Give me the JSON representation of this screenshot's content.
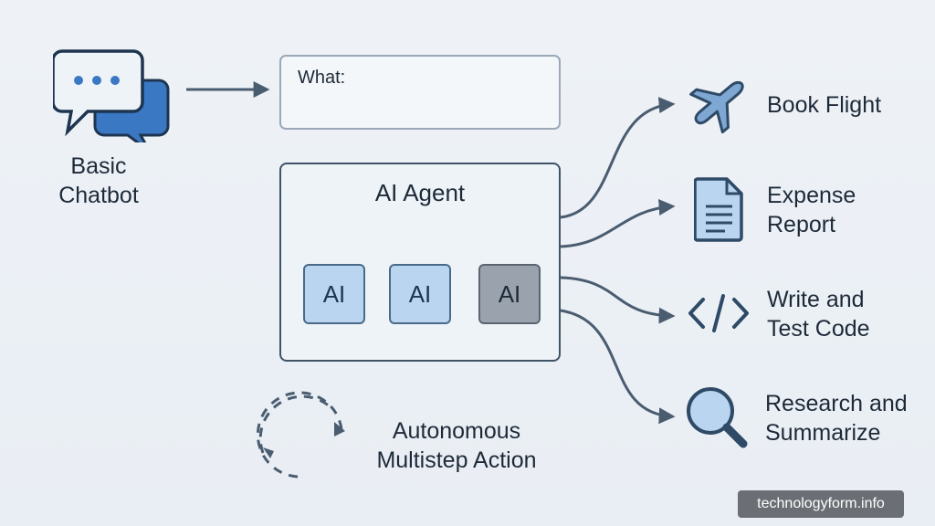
{
  "chatbot": {
    "label_line1": "Basic",
    "label_line2": "Chatbot"
  },
  "query": {
    "label": "What:"
  },
  "agent": {
    "title": "AI Agent",
    "nodes": [
      "AI",
      "AI",
      "AI"
    ]
  },
  "autonomy": {
    "label_line1": "Autonomous",
    "label_line2": "Multistep Action"
  },
  "tasks": [
    {
      "icon": "airplane-icon",
      "line1": "Book Flight",
      "line2": ""
    },
    {
      "icon": "document-icon",
      "line1": "Expense",
      "line2": "Report"
    },
    {
      "icon": "code-icon",
      "line1": "Write and",
      "line2": "Test Code"
    },
    {
      "icon": "magnifier-icon",
      "line1": "Research and",
      "line2": "Summarize"
    }
  ],
  "watermark": "technologyform.info",
  "colors": {
    "primary_blue": "#3b78c4",
    "dark_slate": "#3f5366",
    "light_blue": "#b9d5ef",
    "gray_node": "#9aa3ad"
  }
}
